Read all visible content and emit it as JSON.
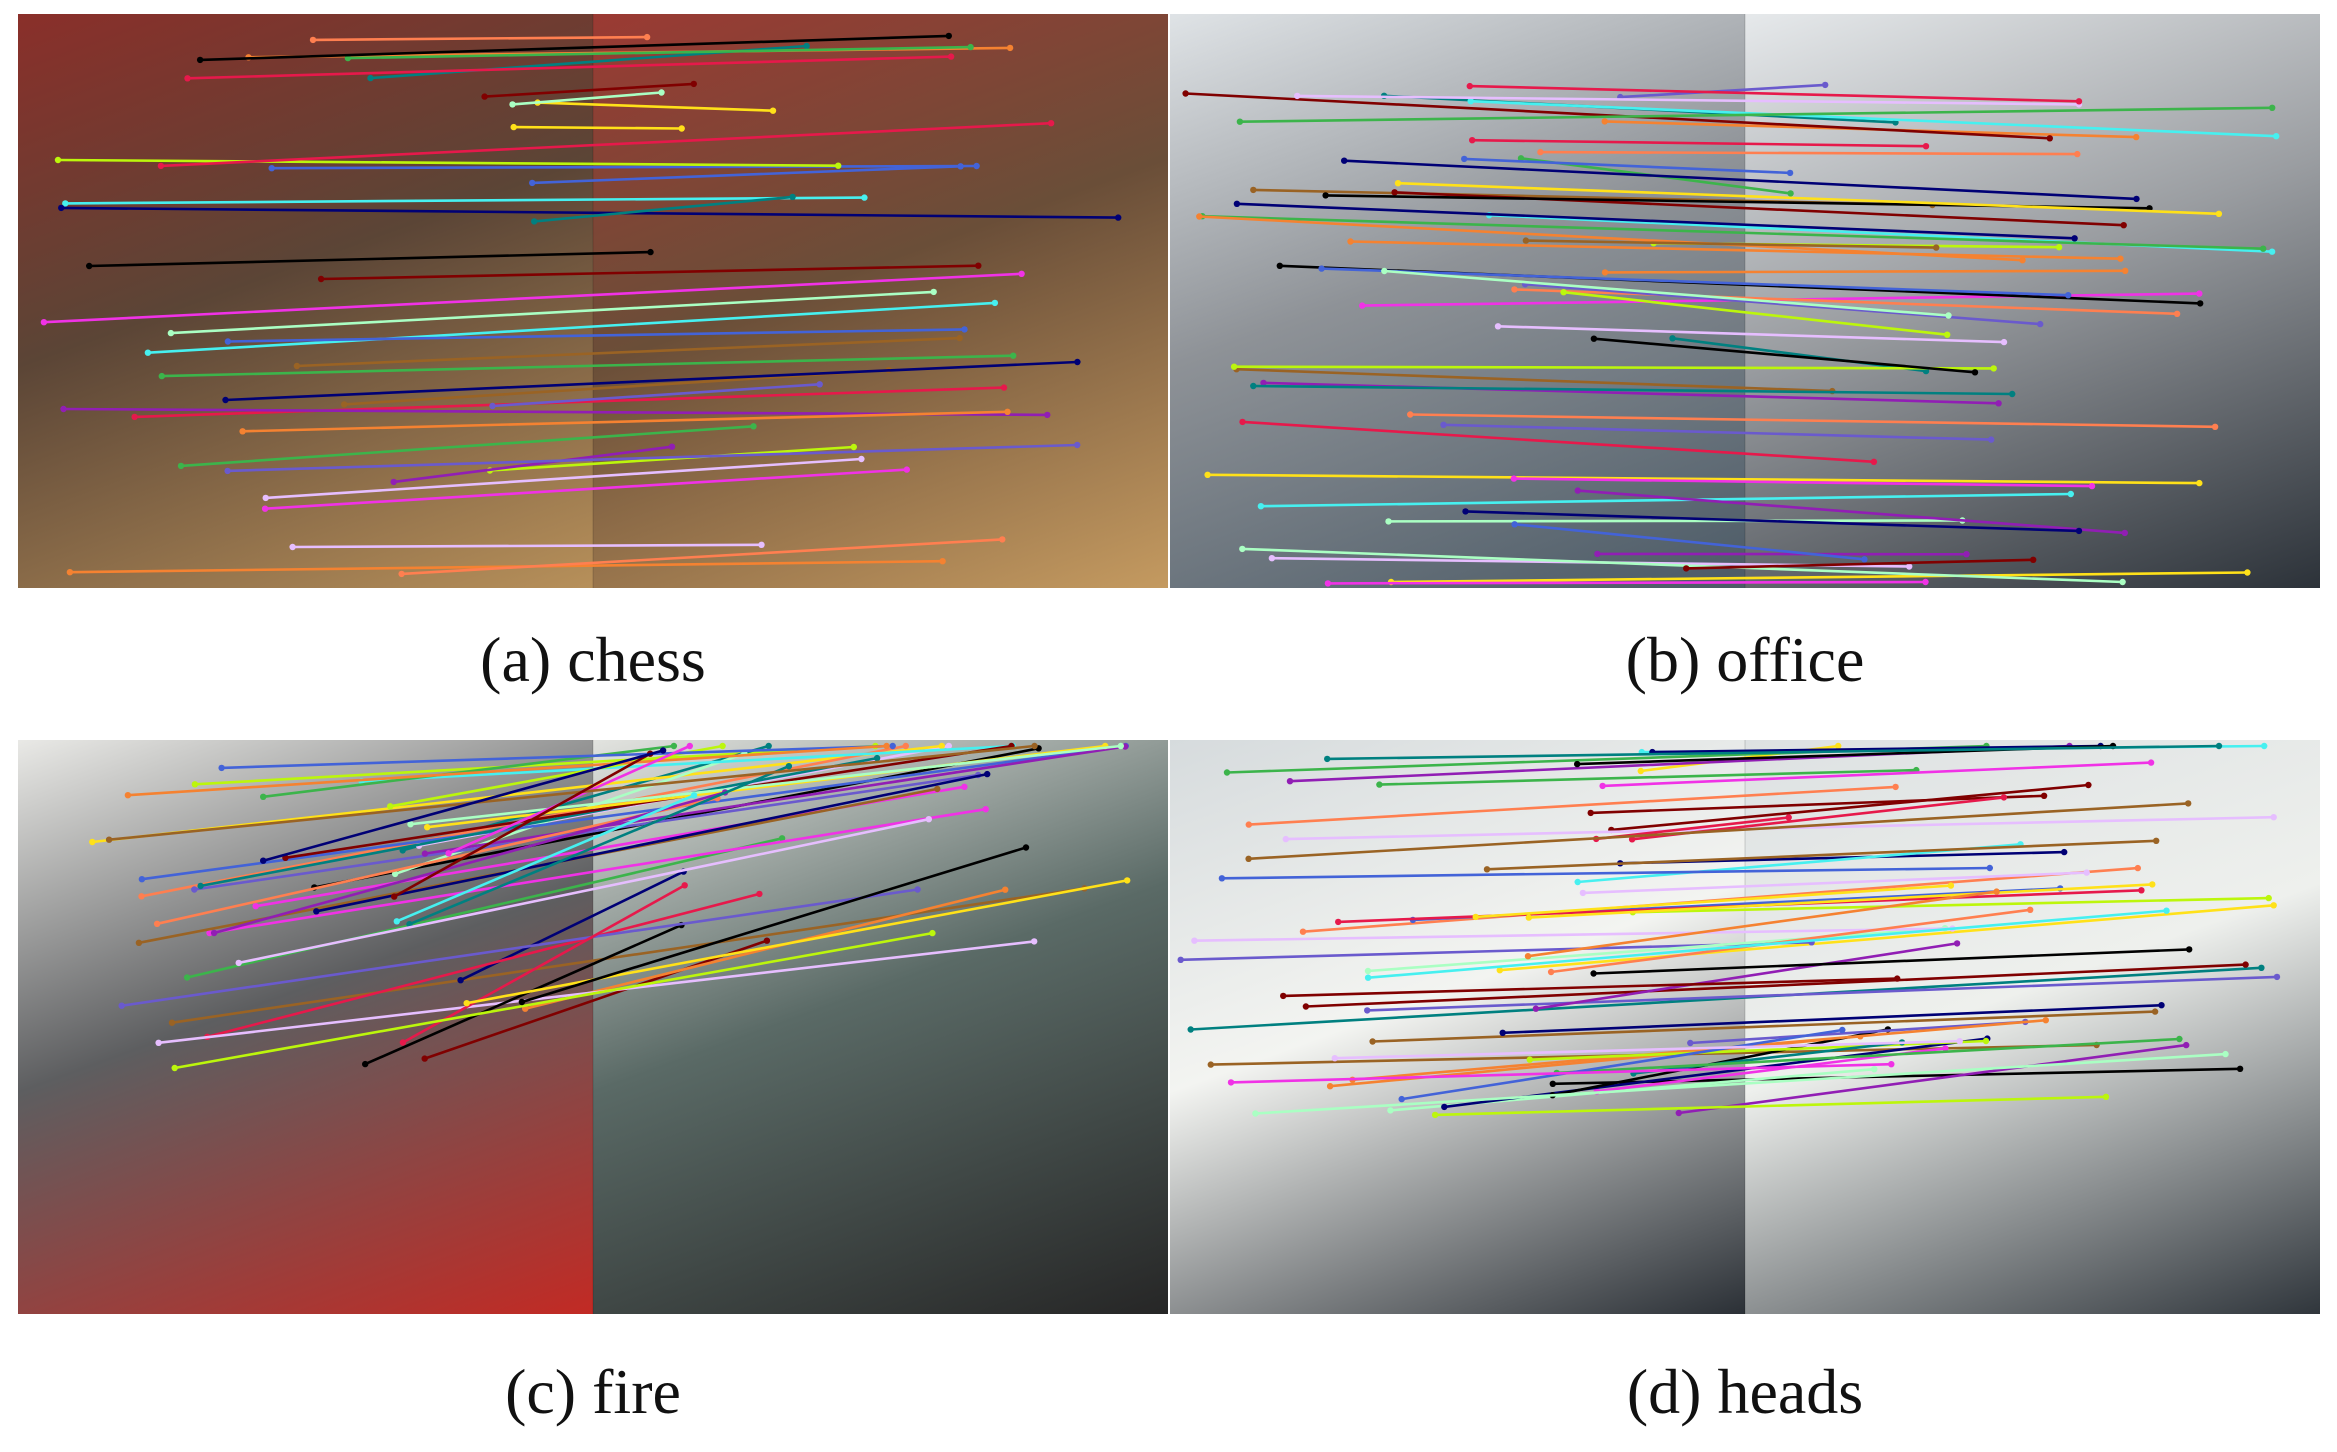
{
  "figure": {
    "panels": [
      {
        "caption": "(a) chess",
        "scene": "chess",
        "left_image_colors": [
          "#8a2f2a",
          "#b7905a",
          "#5b4536"
        ],
        "right_image_colors": [
          "#9b3a33",
          "#c49a60",
          "#6a4e38"
        ],
        "match_count": 40
      },
      {
        "caption": "(b) office",
        "scene": "office",
        "left_image_colors": [
          "#dfe3e6",
          "#4b5a66",
          "#8e9297"
        ],
        "right_image_colors": [
          "#e6e9eb",
          "#2c3239",
          "#9a9da1"
        ],
        "match_count": 55
      },
      {
        "caption": "(c) fire",
        "scene": "fire",
        "left_image_colors": [
          "#e9e9e6",
          "#c22a24",
          "#5d5e60"
        ],
        "right_image_colors": [
          "#e2e3df",
          "#262626",
          "#5a6a66"
        ],
        "match_count": 45
      },
      {
        "caption": "(d) heads",
        "scene": "heads",
        "left_image_colors": [
          "#d6dbdd",
          "#2b3036",
          "#f3f4f1"
        ],
        "right_image_colors": [
          "#dde1e2",
          "#30363c",
          "#eef0ed"
        ],
        "match_count": 60
      }
    ],
    "line_palette": [
      "#e6194b",
      "#3cb44b",
      "#4363d8",
      "#f58231",
      "#911eb4",
      "#46f0f0",
      "#f032e6",
      "#bcf60c",
      "#008080",
      "#9a6324",
      "#800000",
      "#000075",
      "#e6beff",
      "#ffe119",
      "#000000",
      "#aaffc3",
      "#ff7f50",
      "#6a5acd"
    ]
  }
}
